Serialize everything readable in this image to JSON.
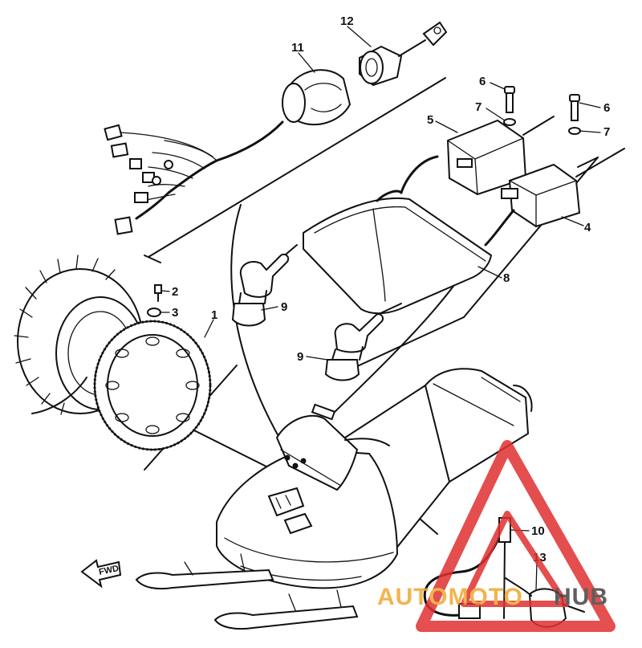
{
  "callouts": {
    "c1": "1",
    "c2": "2",
    "c3": "3",
    "c4": "4",
    "c5": "5",
    "c6a": "6",
    "c6b": "6",
    "c7a": "7",
    "c7b": "7",
    "c8": "8",
    "c9a": "9",
    "c9b": "9",
    "c10": "10",
    "c11": "11",
    "c12": "12",
    "c13": "13"
  },
  "direction_label": "FWD",
  "watermark": {
    "word1": "AUTOMOTO",
    "word2": "HUB",
    "color1": "#f0a830",
    "color2": "#444444",
    "triangle_color": "#e03030"
  }
}
